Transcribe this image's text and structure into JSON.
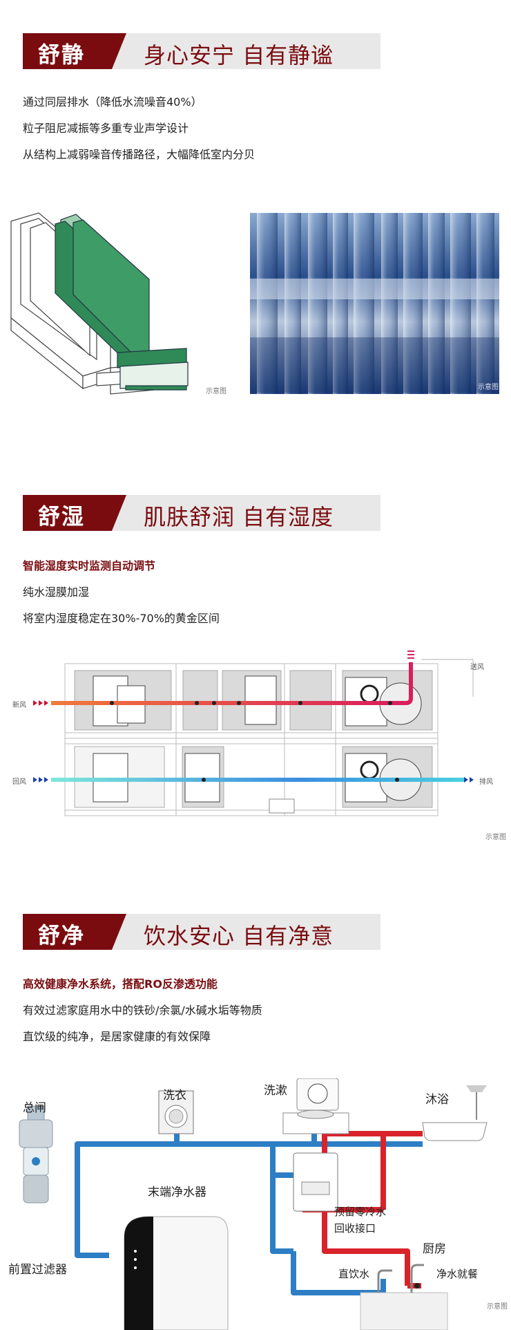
{
  "s1": {
    "tag": "舒静",
    "title": "身心安宁 自有静谧",
    "lines": [
      "通过同层排水（降低水流噪音40%）",
      "粒子阻尼减振等多重专业声学设计",
      "从结构上减弱噪音传播路径，大幅降低室内分贝"
    ],
    "caption_left": "示意图",
    "caption_right": "示意图"
  },
  "s2": {
    "tag": "舒湿",
    "title": "肌肤舒润 自有湿度",
    "lines": [
      "智能湿度实时监测自动调节",
      "纯水湿膜加湿",
      "将室内湿度稳定在30%-70%的黄金区间"
    ],
    "labels": {
      "fresh": "新风",
      "return": "回风",
      "supply": "送风",
      "exhaust": "排风"
    },
    "caption": "示意图"
  },
  "s3": {
    "tag": "舒净",
    "title": "饮水安心 自有净意",
    "lines": [
      "高效健康净水系统，搭配RO反渗透功能",
      "有效过滤家庭用水中的铁砂/余氯/水碱水垢等物质",
      "直饮级的纯净，是居家健康的有效保障"
    ],
    "labels": {
      "main_valve": "总闸",
      "laundry": "洗衣",
      "wash": "洗漱",
      "bath": "沐浴",
      "end_purifier": "末端净水器",
      "reserve_line1": "预留零冷水",
      "reserve_line2": "回收接口",
      "kitchen": "厨房",
      "drink": "直饮水",
      "pure": "净水就餐",
      "pre_filter": "前置过滤器"
    },
    "caption": "示意图",
    "colors": {
      "cold": "#2d7ec4",
      "hot": "#d8232a"
    }
  },
  "colors": {
    "accent": "#7a0c10",
    "header_bg": "#e9e8e8"
  }
}
